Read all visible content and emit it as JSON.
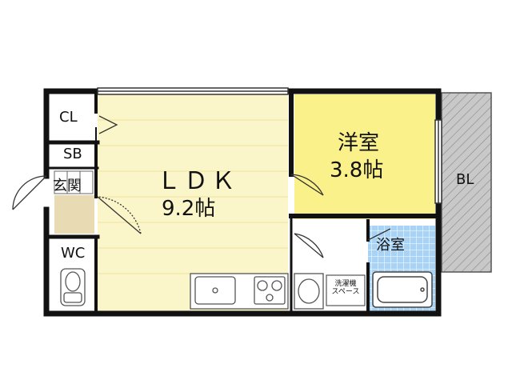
{
  "colors": {
    "wall": "#111111",
    "ldk_floor": "#fbf6c9",
    "bedroom_floor": "#fbf18a",
    "bath_tile": "#a9d3f5",
    "balcony_hatch": "#bfbfbf",
    "entrance_floor": "#e8dbb4"
  },
  "rooms": {
    "cl": "CL",
    "sb": "SB",
    "genkan": "玄関",
    "wc": "WC",
    "ldk_name": "ＬＤＫ",
    "ldk_size": "9.2帖",
    "youshitsu_name": "洋室",
    "youshitsu_size": "3.8帖",
    "bath": "浴室",
    "balcony": "BL",
    "washer_line1": "洗濯機",
    "washer_line2": "スペース"
  },
  "icons": [
    "door-swing-icon",
    "kitchen-sink-icon",
    "stove-icon",
    "toilet-icon",
    "bathtub-icon",
    "washbasin-icon"
  ]
}
